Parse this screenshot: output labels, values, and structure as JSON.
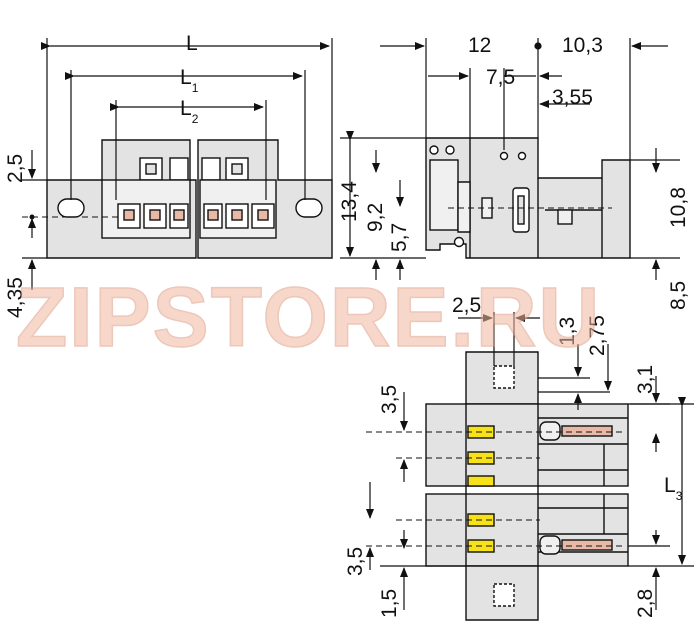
{
  "watermark": {
    "text": "ZIPSTORE.RU",
    "color": "#f2b8a0"
  },
  "colors": {
    "body": "#e3e3e3",
    "outline": "#111111",
    "contact": "#f7e21a",
    "pin": "#e8b9a6"
  },
  "front_view": {
    "dim_L": "L",
    "dim_L1_main": "L",
    "dim_L1_sub": "1",
    "dim_L2_main": "L",
    "dim_L2_sub": "2",
    "dim_left_top": "2,5",
    "dim_left_bottom": "4,35"
  },
  "side_view": {
    "dim_12": "12",
    "dim_10_3": "10,3",
    "dim_7_5": "7,5",
    "dim_3_55": "3,55",
    "dim_13_4": "13,4",
    "dim_9_2": "9,2",
    "dim_5_7": "5,7",
    "dim_10_8": "10,8",
    "dim_8_5": "8,5"
  },
  "top_view": {
    "dim_2_5": "2,5",
    "dim_1_3": "1,3",
    "dim_2_75": "2,75",
    "dim_3_1": "3,1",
    "dim_3_5_top": "3,5",
    "dim_3_5_bottom": "3,5",
    "dim_1_5": "1,5",
    "dim_2_8": "2,8",
    "dim_L3_main": "L",
    "dim_L3_sub": "3"
  }
}
